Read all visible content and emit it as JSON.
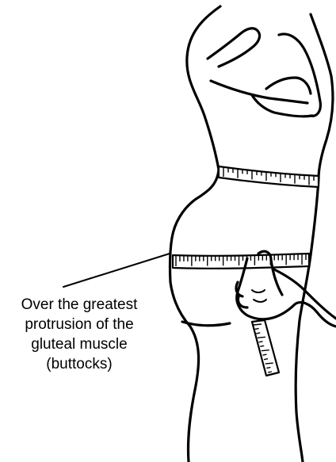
{
  "callout": {
    "lines": [
      "Over the greatest",
      "protrusion of the",
      "gluteal muscle",
      "(buttocks)"
    ]
  },
  "illustration": {
    "subject": "side-view-body-outline",
    "measurement": "hip-circumference",
    "icons": [
      "body-outline",
      "waist-tape-band",
      "hip-tape-band",
      "hand-holding-tape",
      "tape-end-hanging",
      "callout-leader-line"
    ]
  }
}
